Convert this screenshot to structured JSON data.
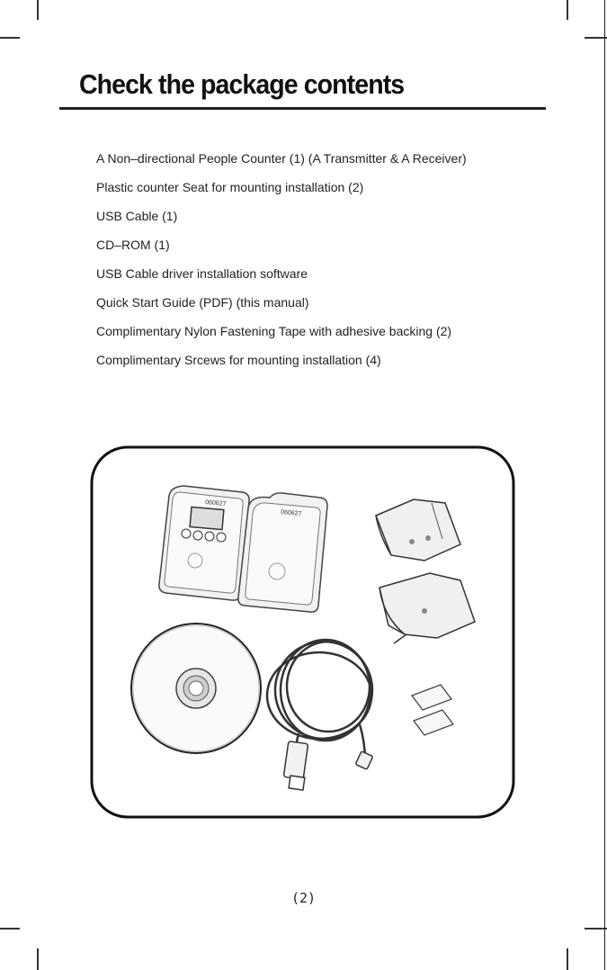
{
  "heading": "Check the package contents",
  "items": [
    "A Non–directional People Counter (1) (A Transmitter & A Receiver)",
    "Plastic counter Seat for mounting installation (2)",
    "USB Cable (1)",
    "CD–ROM (1)",
    "USB Cable driver installation software",
    "Quick Start Guide (PDF) (this manual)",
    "Complimentary Nylon Fastening Tape with adhesive backing (2)",
    "Complimentary Srcews for mounting installation (4)"
  ],
  "figure": {
    "device_label": "060627"
  },
  "page_number": "(2)"
}
